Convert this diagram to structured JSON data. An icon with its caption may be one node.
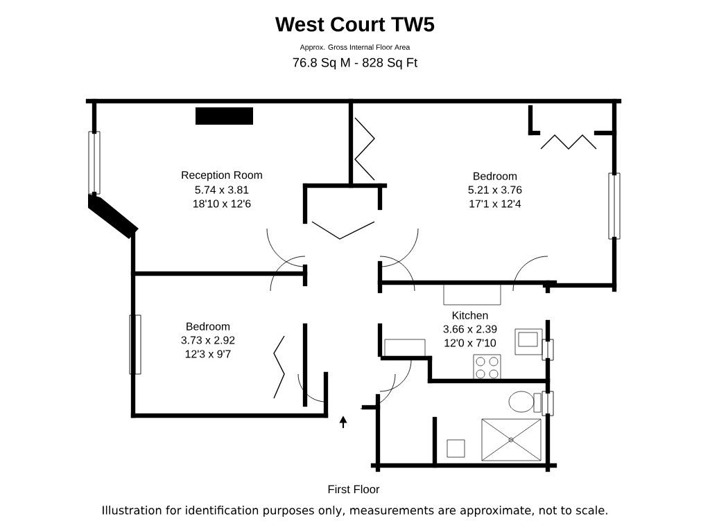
{
  "diagram": {
    "title": "West Court TW5",
    "caption": "Illustration for identification purposes only, measurements are approximate, not to scale.",
    "labels": [
      "Approx. Gross Internal Floor Area",
      "76.8 Sq M - 828 Sq Ft",
      "Reception Room",
      "5.74 x 3.81",
      "18'10 x 12'6",
      "Bedroom",
      "5.21 x 3.76",
      "17'1 x 12'4",
      "Bedroom",
      "3.73 x 2.92",
      "12'3 x 9'7",
      "Kitchen",
      "3.66 x 2.39",
      "12'0 x 7'10",
      "First Floor"
    ]
  }
}
